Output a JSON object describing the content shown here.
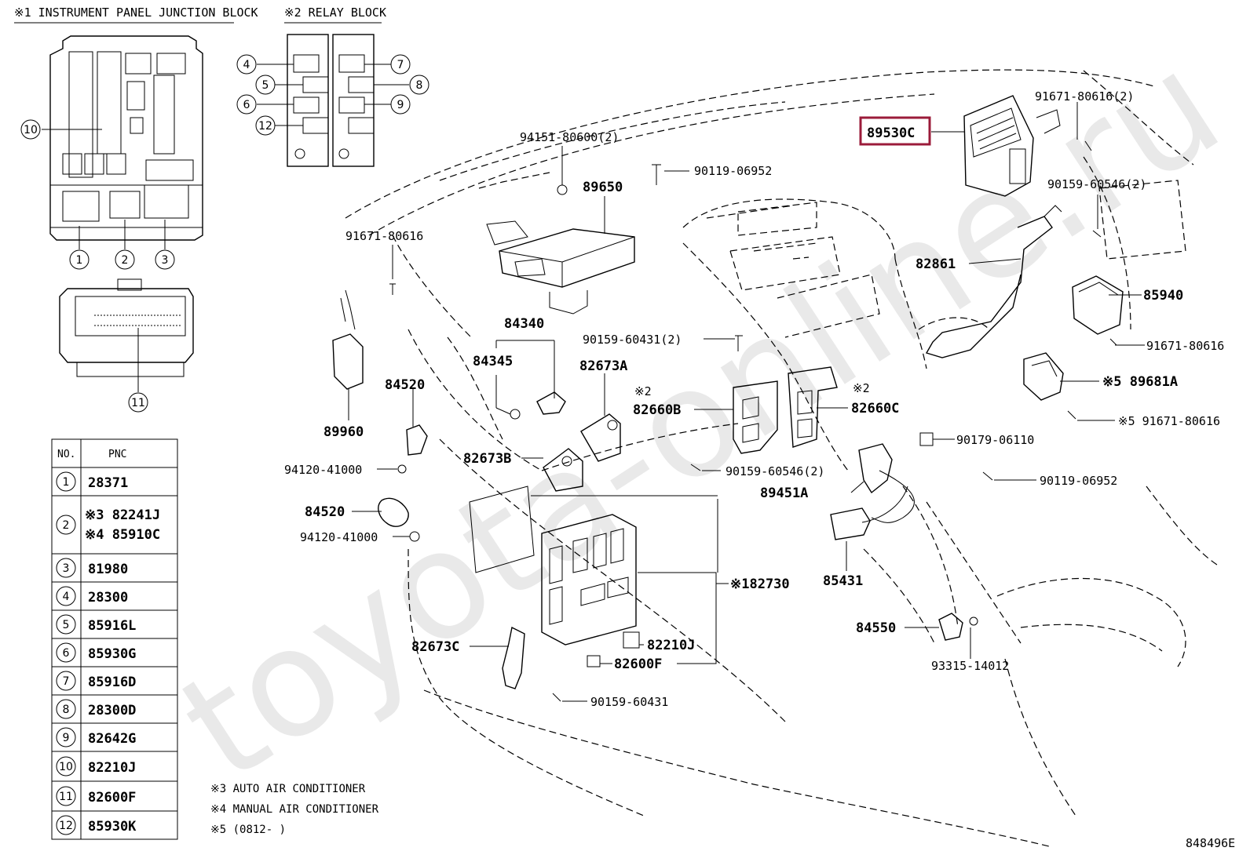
{
  "watermark": "toyota-online.ru",
  "headings": {
    "junction_block": "※1 INSTRUMENT PANEL JUNCTION BLOCK",
    "relay_block": "※2 RELAY BLOCK"
  },
  "callouts": {
    "jb": [
      "1",
      "2",
      "3",
      "10",
      "11"
    ],
    "relay": [
      "4",
      "5",
      "6",
      "12",
      "7",
      "8",
      "9"
    ]
  },
  "table": {
    "headers": [
      "NO.",
      "PNC"
    ],
    "rows": [
      {
        "no": "1",
        "pnc": "28371"
      },
      {
        "no": "2",
        "pnc": "※3 82241J",
        "pnc2": "※4 85910C"
      },
      {
        "no": "3",
        "pnc": "81980"
      },
      {
        "no": "4",
        "pnc": "28300"
      },
      {
        "no": "5",
        "pnc": "85916L"
      },
      {
        "no": "6",
        "pnc": "85930G"
      },
      {
        "no": "7",
        "pnc": "85916D"
      },
      {
        "no": "8",
        "pnc": "28300D"
      },
      {
        "no": "9",
        "pnc": "82642G"
      },
      {
        "no": "10",
        "pnc": "82210J"
      },
      {
        "no": "11",
        "pnc": "82600F"
      },
      {
        "no": "12",
        "pnc": "85930K"
      }
    ]
  },
  "notes": [
    "※3 AUTO AIR CONDITIONER",
    "※4 MANUAL AIR CONDITIONER",
    "※5 (0812-     )"
  ],
  "part_labels": {
    "p89530C": "89530C",
    "p91671_80616_2": "91671-80616(2)",
    "p90159_60546_2a": "90159-60546(2)",
    "p82861": "82861",
    "p85940": "85940",
    "p91671_80616r": "91671-80616",
    "p89681A": "※5 89681A",
    "p91671_80616_5": "※5 91671-80616",
    "p90179_06110": "90179-06110",
    "p90119_06952b": "90119-06952",
    "p94151_80600": "94151-80600(2)",
    "p90119_06952": "90119-06952",
    "p89650": "89650",
    "p91671_80616l": "91671-80616",
    "p84340": "84340",
    "p90159_60431_2": "90159-60431(2)",
    "p84345": "84345",
    "p82673A": "82673A",
    "p84520a": "84520",
    "p89960": "89960",
    "p82660B_mark": "※2",
    "p82660B": "82660B",
    "p82660C_mark": "※2",
    "p82660C": "82660C",
    "p82673B": "82673B",
    "p94120_41000a": "94120-41000",
    "p90159_60546_2b": "90159-60546(2)",
    "p89451A": "89451A",
    "p84520b": "84520",
    "p94120_41000b": "94120-41000",
    "p82730": "※182730",
    "p85431": "85431",
    "p84550": "84550",
    "p93315_14012": "93315-14012",
    "p82673C": "82673C",
    "p82210J": "82210J",
    "p82600F": "82600F",
    "p90159_60431": "90159-60431"
  },
  "diagram_code": "848496E",
  "colors": {
    "highlight": "#9b1b3a",
    "ink": "#000000",
    "watermark": "#e9e9e9"
  }
}
